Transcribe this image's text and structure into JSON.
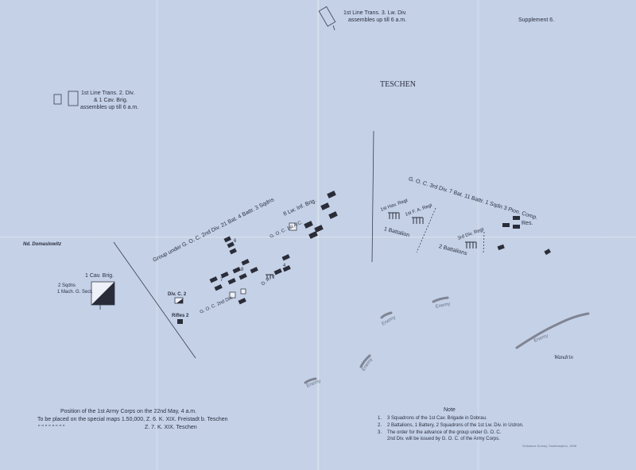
{
  "header": {
    "supplement": "Supplement 6.",
    "town": "TESCHEN"
  },
  "legend_top": {
    "line1": "1st Line Trans. 3. Lw. Div.",
    "line2": "assembles up till 6 a.m."
  },
  "legend_left": {
    "line1": "1st Line Trans. 2. Div.",
    "line2": "& 1 Cav. Brig.",
    "line3": "assembles up till 6 a.m."
  },
  "places": {
    "domaslowitz": "Nd. Domaslowitz",
    "wandrin": "Wandrin"
  },
  "units": {
    "cav_brig": "1 Cav. Brig.",
    "cav_sqdns": "2 Sqdns",
    "cav_mg": "1 Mach. G. Sect.",
    "div_c": "Div. C. 2",
    "rifles": "Rifles 2",
    "group_2nd_div": "Group under G. O. C. 2nd Div.  21 Bat.  4 Battr.  3 Sqdns",
    "lw_inf_brig": "8 Lw. Inf. Brig.",
    "goc_1st_ac": "G. O. C. 1st A.C.",
    "goc_2nd_div": "G. O. C. 2nd Div.",
    "dr": "D. R. 2",
    "num_6": "6",
    "num_7": "7",
    "num_8": "8",
    "num_4": "4",
    "group_3rd_div": "G. O. C. 3rd Div.  7 Bat.  11 Battr.  1 Sqdn  3 Pion. Comp.",
    "hav_regt": "1st Hav. Regt",
    "fa_regt": "1st F. A. Regt",
    "one_battalion": "1 Battalion",
    "div_regt": "3rd Div. Regt",
    "two_battalions": "2 Battalions",
    "res": "Res."
  },
  "enemy_label": "Enemy",
  "caption": {
    "line1": "Position of the 1st Army Corps on the 22nd May, 4 a.m.",
    "line2": "To be placed on the special maps 1.50,000, Z. 6. K. XIX. Freistadt b. Teschen",
    "line3_ditto": "\"   \"   \"   \"   \"   \"   \"   \"",
    "line3": "Z. 7. K. XIX. Teschen"
  },
  "note": {
    "title": "Note",
    "items": [
      {
        "num": "1.",
        "text": "3 Squadrons of the 1st Cav. Brigade in Dobrau."
      },
      {
        "num": "2.",
        "text": "2 Battalions, 1 Battery, 2 Squadrons of the 1st Lw. Div. in Ustron."
      },
      {
        "num": "3.",
        "text": "The order for the advance of the group under G. O. C."
      },
      {
        "num": "",
        "text": "2nd Div. will be issued by G. O. C. of the Army Corps."
      }
    ]
  },
  "imprint": "Ordnance Survey, Southampton, 1908",
  "colors": {
    "paper": "#c4d1e7",
    "ink": "#2c3040",
    "unit_fill": "#2a2d38",
    "enemy": "#8a8f9c"
  }
}
